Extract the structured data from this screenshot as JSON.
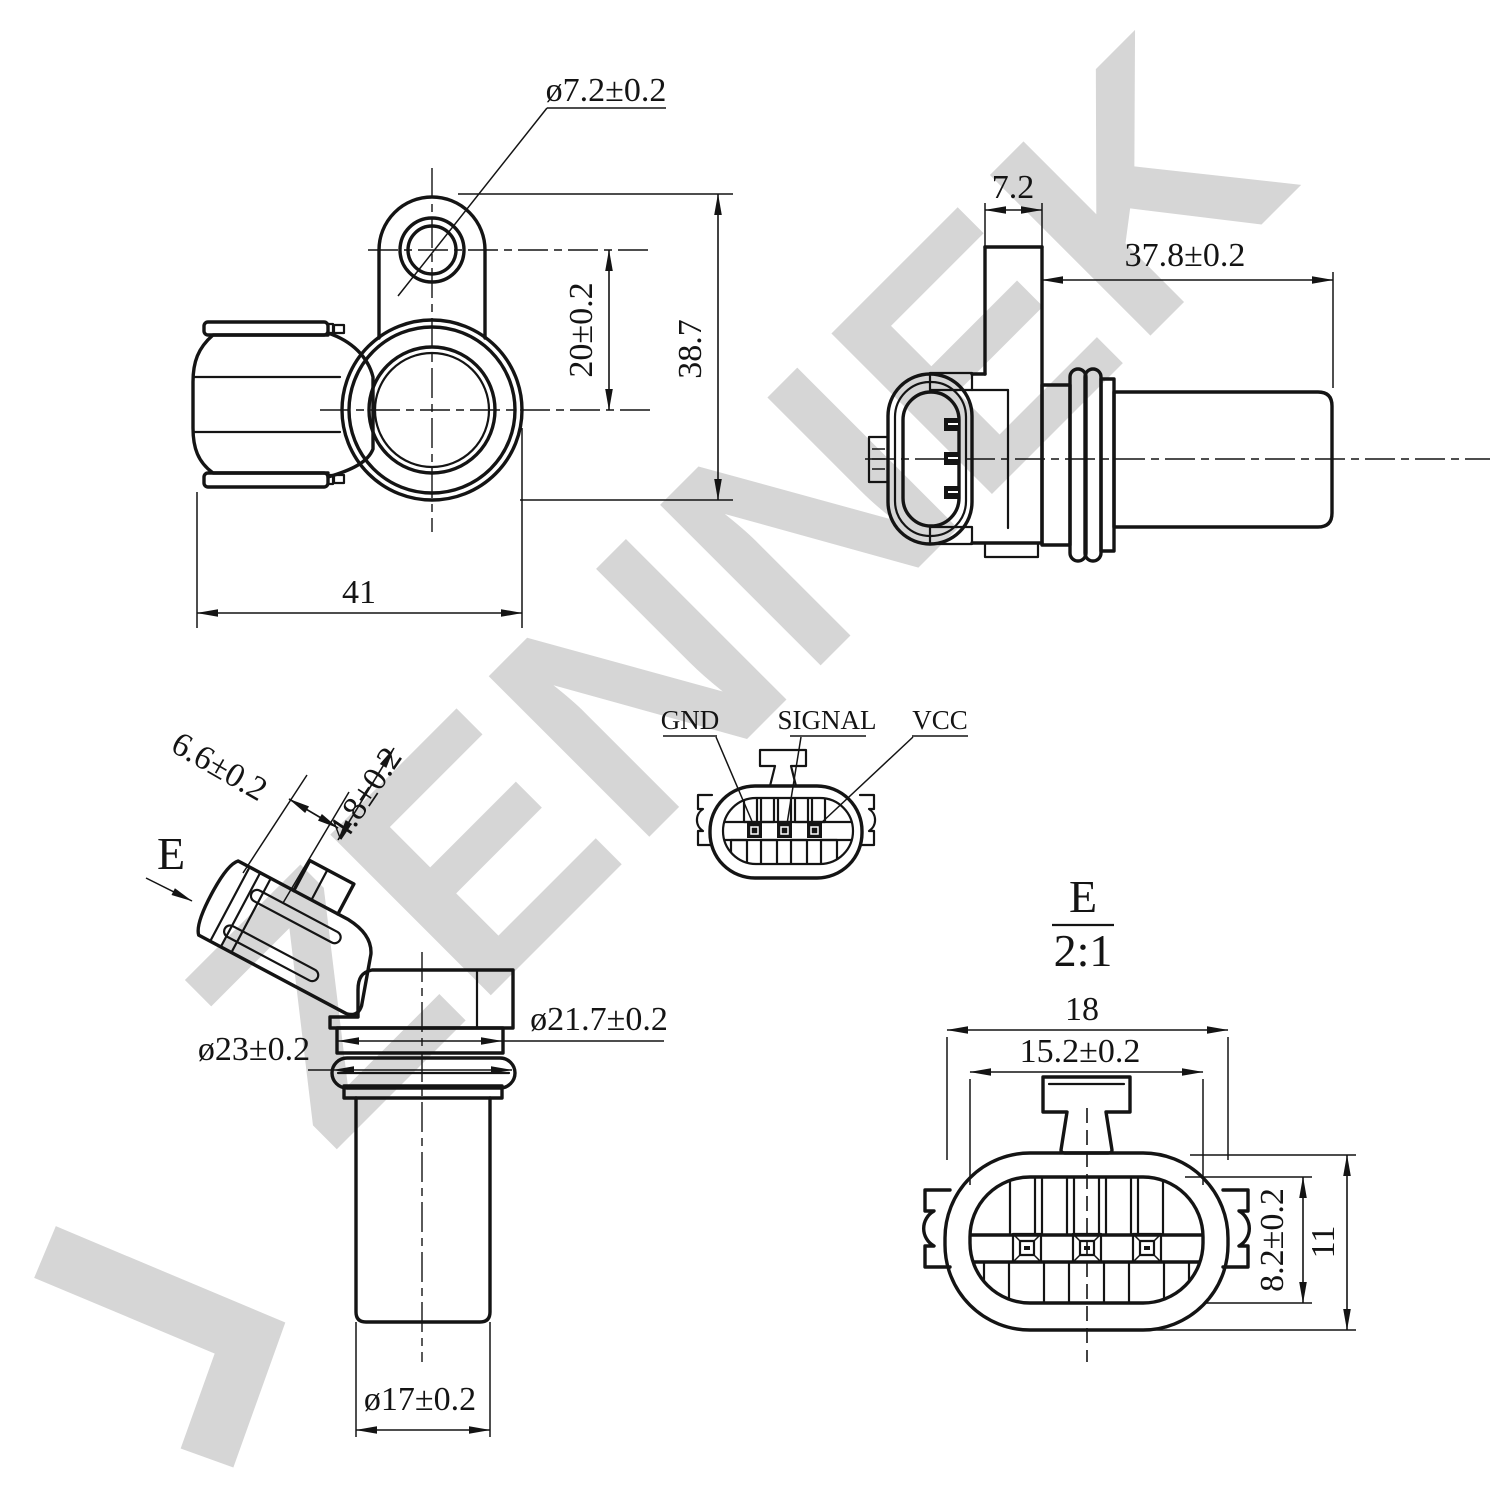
{
  "watermark": {
    "text": "ZENNEK"
  },
  "front_view": {
    "hole_dia": "ø7.2±0.2",
    "hole_offset": "20±0.2",
    "overall_height": "38.7",
    "overall_width": "41"
  },
  "side_view": {
    "tab_width": "7.2",
    "body_length": "37.8±0.2"
  },
  "pinout": {
    "gnd": "GND",
    "signal": "SIGNAL",
    "vcc": "VCC"
  },
  "angled_view": {
    "boot_len": "6.6±0.2",
    "latch_len": "4.8±0.2",
    "view_arrow": "E",
    "oring_dia": "ø23±0.2",
    "flange_dia": "ø21.7±0.2",
    "barrel_dia": "ø17±0.2"
  },
  "detail_view": {
    "label": "E",
    "scale": "2:1",
    "outer_width": "18",
    "inner_width": "15.2±0.2",
    "inner_height": "8.2±0.2",
    "outer_height": "11"
  }
}
